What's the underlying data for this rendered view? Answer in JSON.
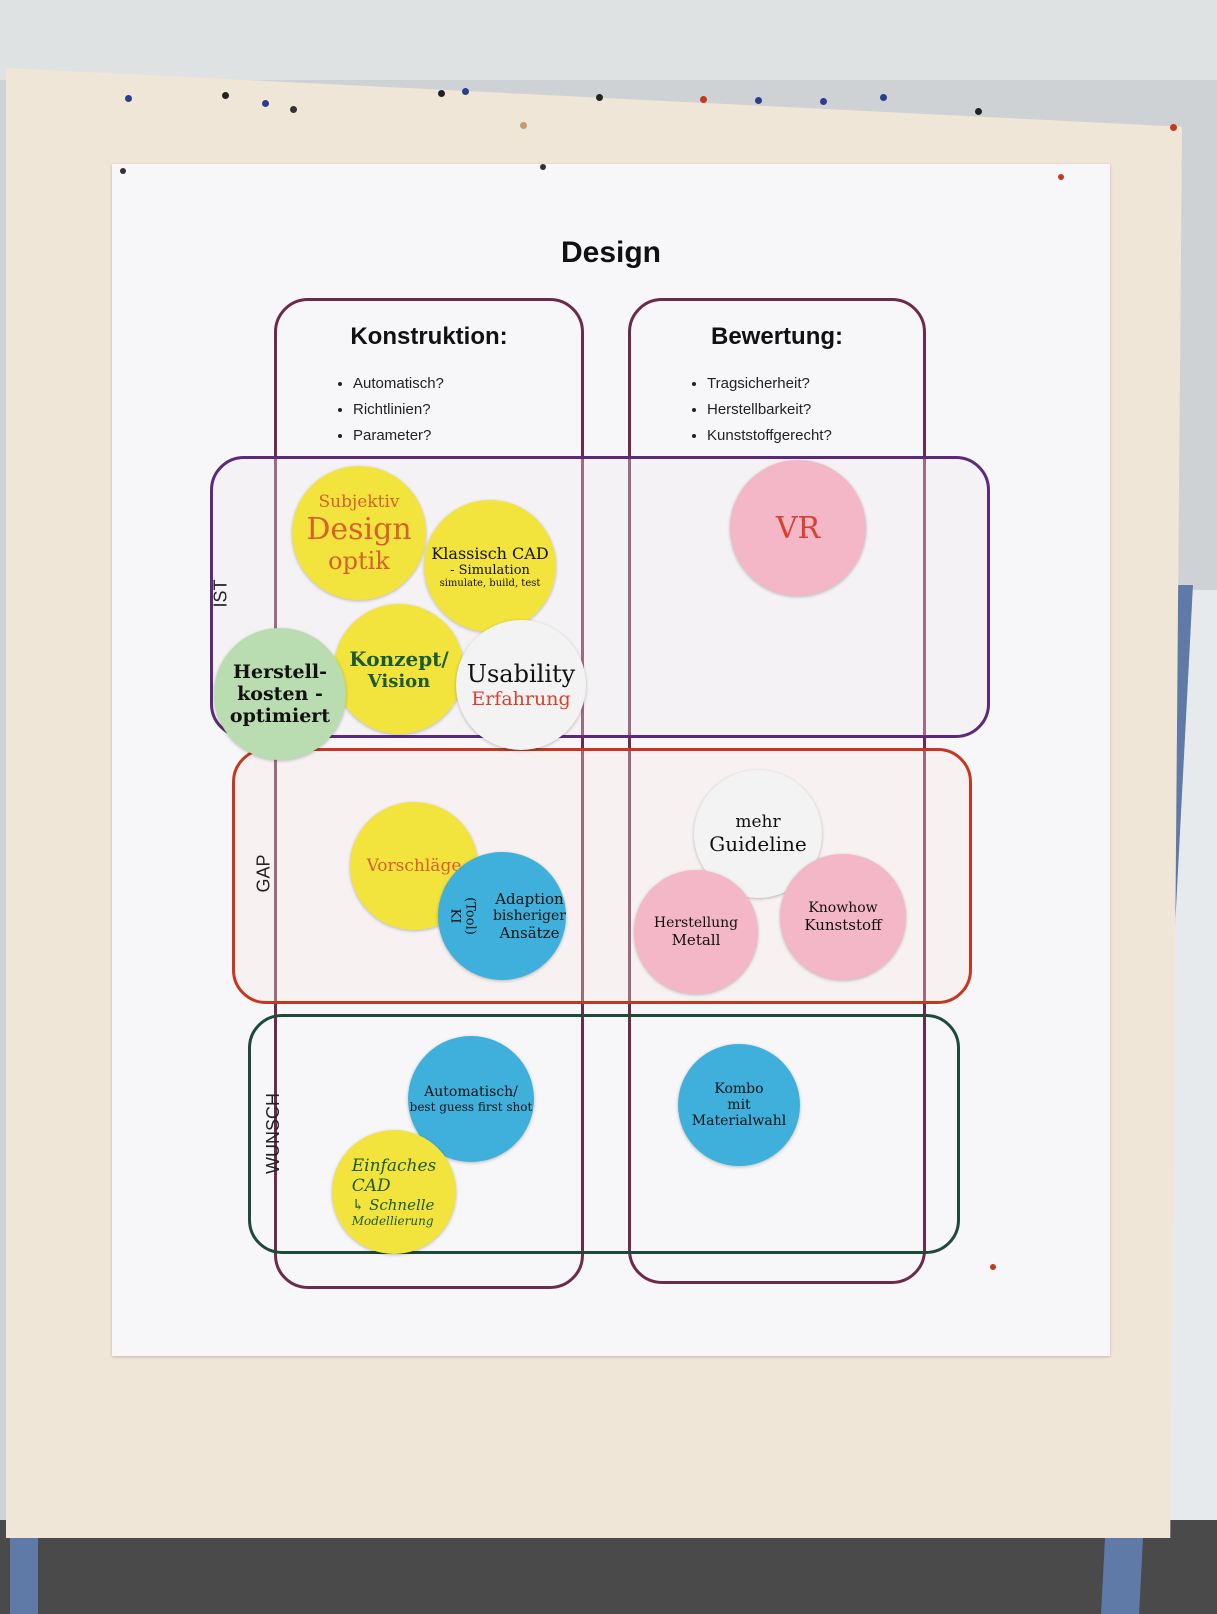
{
  "poster": {
    "title": "Design",
    "columns": [
      {
        "title": "Konstruktion:",
        "bullets": [
          "Automatisch?",
          "Richtlinien?",
          "Parameter?"
        ]
      },
      {
        "title": "Bewertung:",
        "bullets": [
          "Tragsicherheit?",
          "Herstellbarkeit?",
          "Kunststoffgerecht?"
        ]
      }
    ],
    "rows": [
      {
        "label": "IST",
        "color": "#5b2a7a"
      },
      {
        "label": "GAP",
        "color": "#c4381e"
      },
      {
        "label": "WUNSCH",
        "color": "#1f4a3a"
      }
    ]
  },
  "notes": [
    {
      "lines": [
        "Subjektiv",
        "Design",
        "optik"
      ],
      "color": "#f2e43c",
      "ink": "#d8602f"
    },
    {
      "lines": [
        "Klassisch CAD",
        "- Simulation",
        "simulate, build, test"
      ],
      "color": "#f2e43c",
      "ink": "#111"
    },
    {
      "lines": [
        "Konzept/",
        "Vision"
      ],
      "color": "#f2e43c",
      "ink": "#1d5a2e"
    },
    {
      "lines": [
        "Herstell-",
        "kosten -",
        "optimiert"
      ],
      "color": "#b9ddb0",
      "ink": "#111"
    },
    {
      "lines": [
        "Usability"
      ],
      "color": "#f3f3f3",
      "ink": "#111",
      "extra": "Erfahrung",
      "extra_ink": "#d8402f"
    },
    {
      "lines": [
        "VR"
      ],
      "color": "#f4b7c7",
      "ink": "#d8402f"
    },
    {
      "lines": [
        "Vorschläge"
      ],
      "color": "#f2e43c",
      "ink": "#d8602f"
    },
    {
      "lines": [
        "Adaption",
        "bisheriger",
        "Ansätze"
      ],
      "color": "#3fb0db",
      "ink": "#111",
      "extra": "(Tool) KI",
      "extra_ink": "#111"
    },
    {
      "lines": [
        "mehr",
        "Guideline"
      ],
      "color": "#f3f3f3",
      "ink": "#111"
    },
    {
      "lines": [
        "Herstellung",
        "Metall"
      ],
      "color": "#f4b7c7",
      "ink": "#111"
    },
    {
      "lines": [
        "Knowhow",
        "Kunststoff"
      ],
      "color": "#f4b7c7",
      "ink": "#111"
    },
    {
      "lines": [
        "Automatisch/",
        "best guess first shot"
      ],
      "color": "#3fb0db",
      "ink": "#111"
    },
    {
      "lines": [
        "Einfaches",
        "CAD",
        "↳ Schnelle",
        "Modellierung"
      ],
      "color": "#f2e43c",
      "ink": "#1d5a2e"
    },
    {
      "lines": [
        "Kombo",
        "mit",
        "Materialwahl"
      ],
      "color": "#3fb0db",
      "ink": "#111"
    }
  ]
}
